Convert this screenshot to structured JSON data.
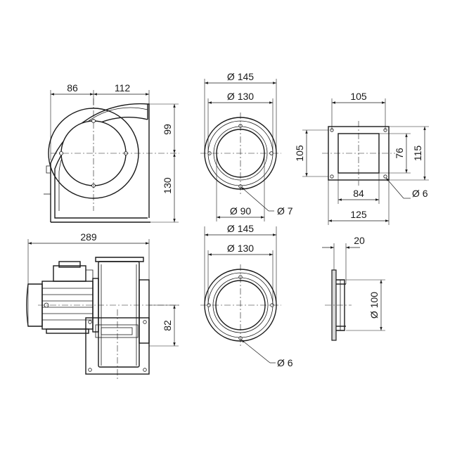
{
  "dimensions": {
    "blower_side_left": "86",
    "blower_side_right": "112",
    "blower_top": "99",
    "blower_bottom": "130",
    "outlet_flange_outer": "Ø 145",
    "outlet_flange_bolt_circle": "Ø 130",
    "outlet_flange_bore": "Ø 90",
    "outlet_flange_hole": "Ø 7",
    "square_flange_width": "105",
    "square_flange_height": "105",
    "square_flange_inner_width": "84",
    "square_flange_inner_height": "76",
    "square_flange_right_height": "115",
    "square_flange_overall": "125",
    "square_flange_hole": "Ø 6",
    "motor_length": "289",
    "motor_height": "82",
    "inlet_flange_outer": "Ø 145",
    "inlet_flange_bolt_circle": "Ø 130",
    "inlet_flange_hole": "Ø 6",
    "spigot_depth": "20",
    "spigot_diameter": "Ø 100"
  }
}
